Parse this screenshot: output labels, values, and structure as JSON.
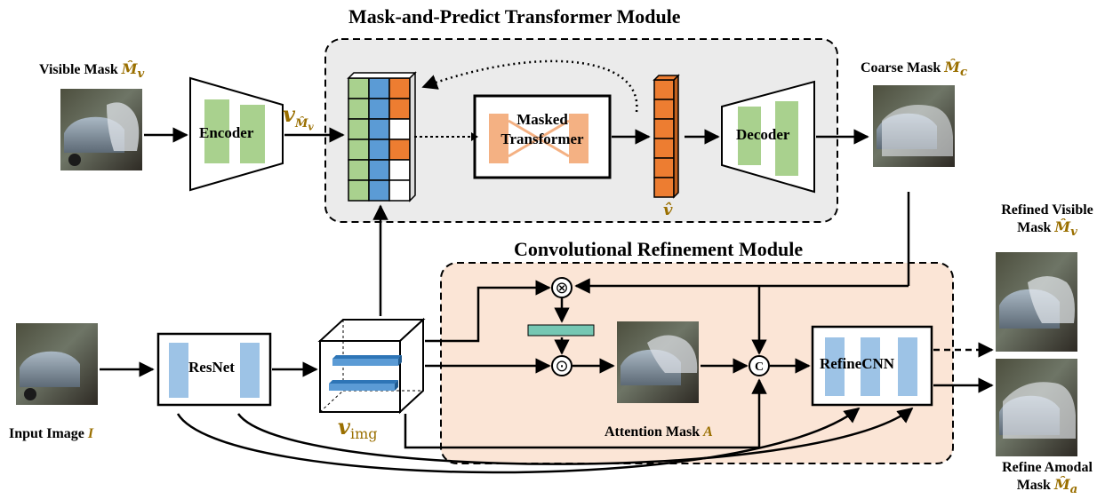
{
  "modules": {
    "transformer_title": "Mask-and-Predict Transformer Module",
    "refinement_title": "Convolutional Refinement Module"
  },
  "inputs": {
    "visible_mask_label": "Visible Mask",
    "visible_mask_symbol": "M̂",
    "visible_mask_sub": "v",
    "input_image_label": "Input Image",
    "input_image_symbol": "I"
  },
  "outputs": {
    "coarse_mask_label": "Coarse Mask",
    "coarse_mask_symbol": "M̂",
    "coarse_mask_sub": "c",
    "refined_visible_line1": "Refined Visible",
    "refined_visible_line2": "Mask",
    "refined_visible_symbol": "M̂",
    "refined_visible_sub": "v",
    "refine_amodal_line1": "Refine Amodal",
    "refine_amodal_line2": "Mask",
    "refine_amodal_symbol": "M̂",
    "refine_amodal_sub": "a"
  },
  "blocks": {
    "encoder": "Encoder",
    "masked_transformer_line1": "Masked",
    "masked_transformer_line2": "Transformer",
    "decoder": "Decoder",
    "resnet": "ResNet",
    "refinecnn": "RefineCNN"
  },
  "symbols": {
    "v_mask": "v",
    "v_mask_sub": "M̂",
    "v_mask_subsub": "v",
    "v_hat": "v̂",
    "v_img": "v",
    "v_img_sub": "img",
    "attention_label": "Attention Mask",
    "attention_symbol": "A",
    "otimes": "⊗",
    "odot": "⊙",
    "concat": "C"
  },
  "colors": {
    "green": "#a9d18e",
    "blue": "#5b9bd5",
    "orange": "#ed7d31",
    "light_blue": "#9dc3e6",
    "salmon": "#f4b183",
    "teal": "#76c7b3",
    "refine_bg": "#fbe5d6",
    "transformer_bg": "#ebebeb",
    "gold": "#9a6f00"
  }
}
